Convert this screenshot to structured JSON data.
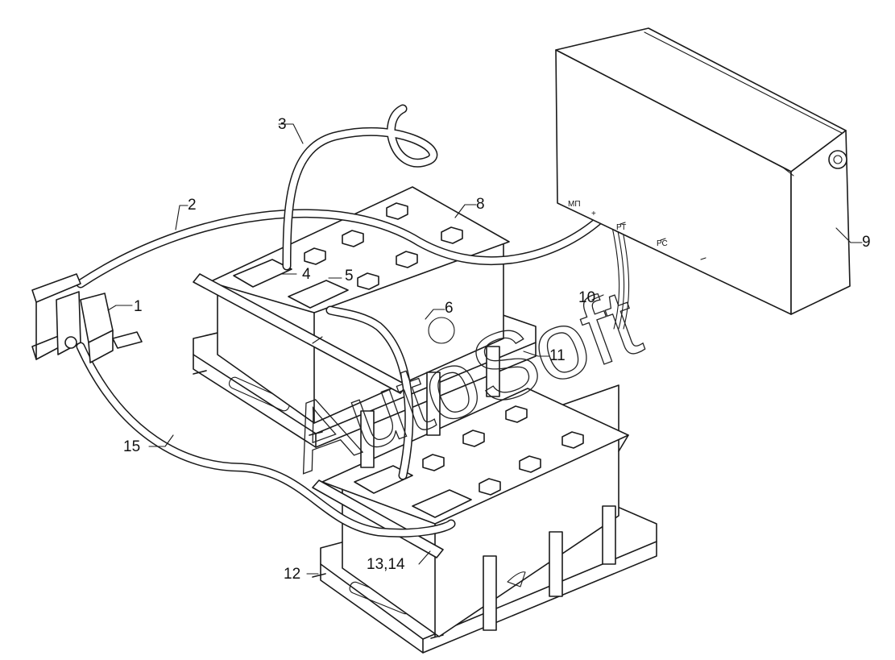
{
  "diagram": {
    "watermark": "AutoSoft",
    "callouts": [
      "1",
      "2",
      "3",
      "4",
      "5",
      "6",
      "8",
      "9",
      "10",
      "11",
      "12",
      "13,14",
      "15"
    ],
    "box_markings": [
      "МП",
      "+",
      "РТ",
      "РС"
    ]
  }
}
